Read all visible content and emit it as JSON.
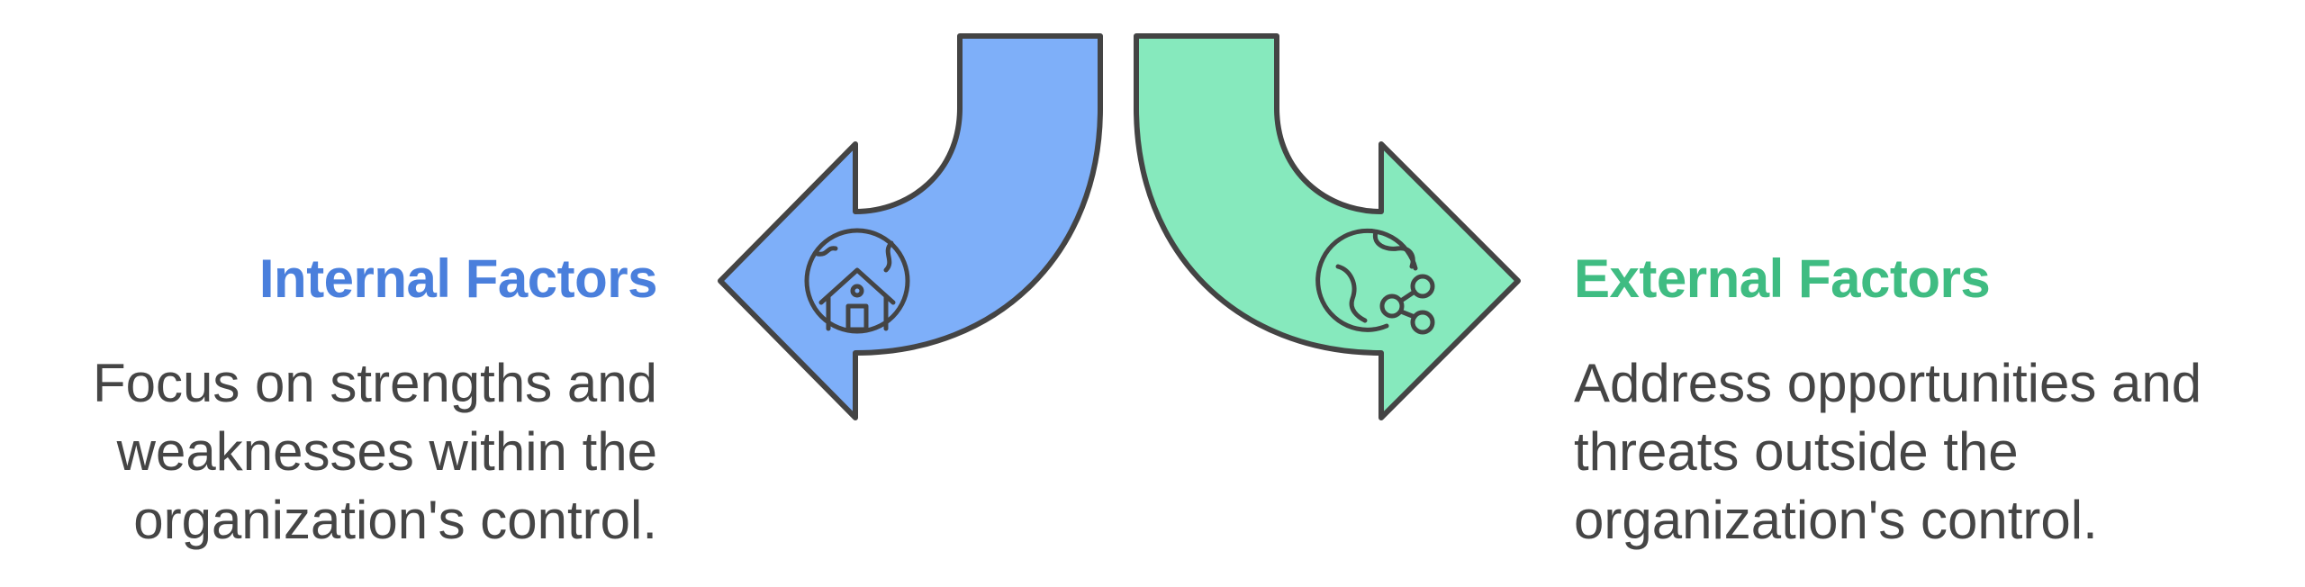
{
  "colors": {
    "internal_fill": "#7eaff9",
    "external_fill": "#86e9bd",
    "internal_heading": "#4a7fdc",
    "external_heading": "#3fbc82",
    "outline": "#444444",
    "body_text": "#454545"
  },
  "internal": {
    "heading": "Internal Factors",
    "description_lines": [
      "Focus on strengths and",
      "weaknesses within the",
      "organization's control."
    ],
    "icon": "globe-house-icon"
  },
  "external": {
    "heading": "External Factors",
    "description_lines": [
      "Address opportunities and",
      "threats outside the",
      "organization's control."
    ],
    "icon": "globe-share-icon"
  }
}
